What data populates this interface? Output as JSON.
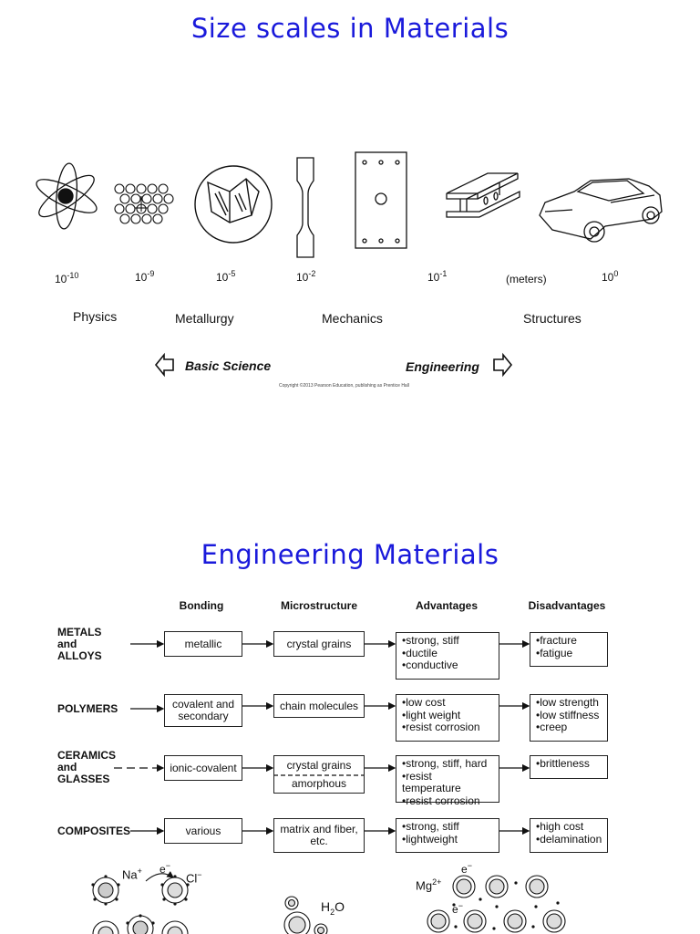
{
  "slide1": {
    "title": "Size scales in Materials",
    "scales": [
      {
        "base": "10",
        "exp": "-10"
      },
      {
        "base": "10",
        "exp": "-9"
      },
      {
        "base": "10",
        "exp": "-5"
      },
      {
        "base": "10",
        "exp": "-2"
      },
      {
        "base": "10",
        "exp": "-1"
      },
      {
        "base": "10",
        "exp": "0"
      }
    ],
    "unit_label": "(meters)",
    "fields": [
      "Physics",
      "Metallurgy",
      "Mechanics",
      "Structures"
    ],
    "basic_science": "Basic Science",
    "engineering": "Engineering",
    "copyright": "Copyright ©2013 Pearson Education, publishing as Prentice Hall"
  },
  "slide2": {
    "title": "Engineering Materials",
    "columns": [
      "Bonding",
      "Microstructure",
      "Advantages",
      "Disadvantages"
    ],
    "rows": [
      {
        "label": [
          "METALS",
          "and",
          "ALLOYS"
        ],
        "bonding": [
          "metallic"
        ],
        "micro": [
          "crystal grains"
        ],
        "adv": [
          "strong, stiff",
          "ductile",
          "conductive"
        ],
        "dis": [
          "fracture",
          "fatigue"
        ]
      },
      {
        "label": [
          "POLYMERS"
        ],
        "bonding": [
          "covalent and",
          "secondary"
        ],
        "micro": [
          "chain molecules"
        ],
        "adv": [
          "low cost",
          "light weight",
          "resist corrosion"
        ],
        "dis": [
          "low strength",
          "low stiffness",
          "creep"
        ]
      },
      {
        "label": [
          "CERAMICS",
          "and",
          "GLASSES"
        ],
        "bonding": [
          "ionic-covalent"
        ],
        "micro": [
          "crystal grains",
          "amorphous"
        ],
        "adv": [
          "strong, stiff, hard",
          "resist temperature",
          "resist corrosion"
        ],
        "dis": [
          "brittleness"
        ]
      },
      {
        "label": [
          "COMPOSITES"
        ],
        "bonding": [
          "various"
        ],
        "micro": [
          "matrix and fiber,",
          "etc."
        ],
        "adv": [
          "strong, stiff",
          "lightweight"
        ],
        "dis": [
          "high cost",
          "delamination"
        ]
      }
    ],
    "ions": {
      "na": "Na",
      "na_charge": "+",
      "electron": "e",
      "electron_charge": "−",
      "cl": "Cl",
      "cl_charge": "−",
      "water": "H",
      "water_sub": "2",
      "water_o": "O",
      "mg": "Mg",
      "mg_charge": "2+"
    }
  }
}
